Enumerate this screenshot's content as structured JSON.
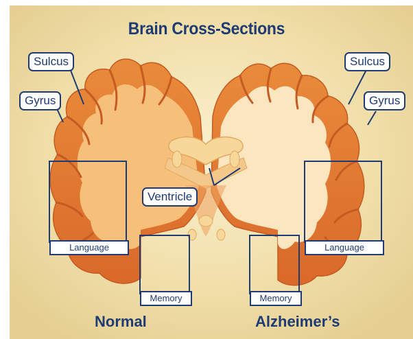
{
  "title": "Brain Cross-Sections",
  "labels": {
    "sulcus_left": "Sulcus",
    "gyrus_left": "Gyrus",
    "sulcus_right": "Sulcus",
    "gyrus_right": "Gyrus",
    "ventricle": "Ventricle",
    "language_left": "Language",
    "memory_left": "Memory",
    "language_right": "Language",
    "memory_right": "Memory"
  },
  "captions": {
    "normal": "Normal",
    "alzheimers": "Alzheimer’s"
  },
  "colors": {
    "outline_blue": "#1f3b73",
    "cortex_orange": "#e8842f",
    "inner_light": "#f6c07b",
    "background_cream": "#f3e2b0"
  }
}
